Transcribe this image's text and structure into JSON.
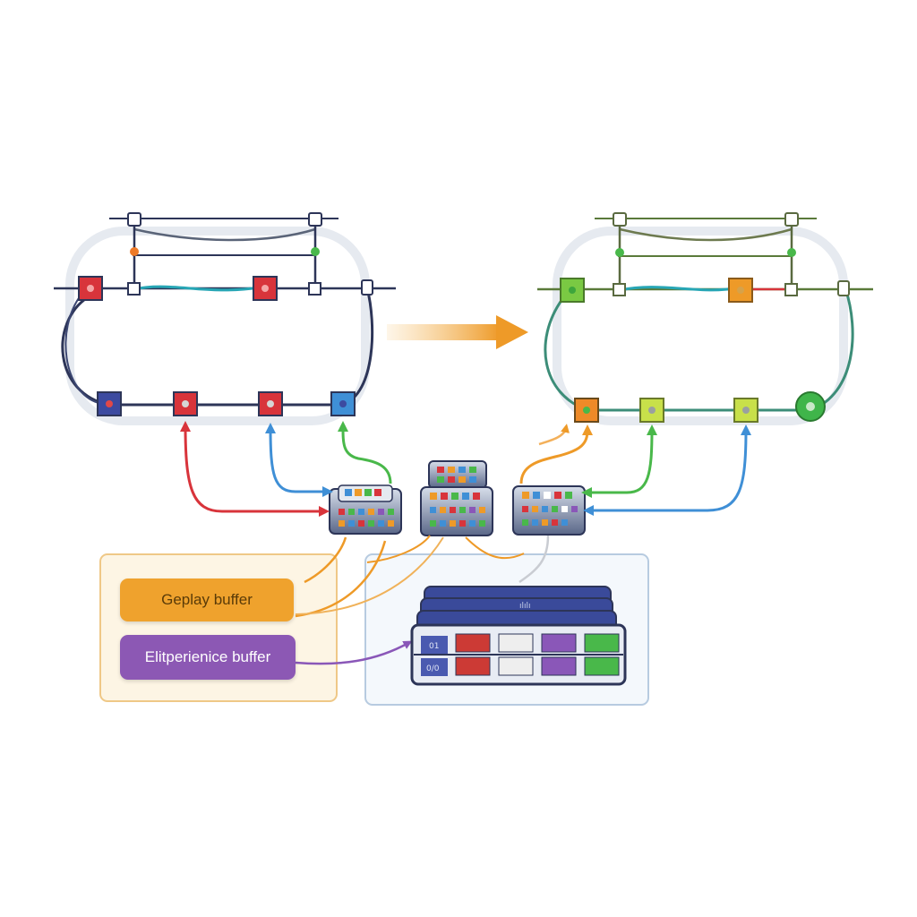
{
  "colors": {
    "red": "#d8343b",
    "blue": "#3f8fd6",
    "green": "#49b84a",
    "orange": "#ee9a28",
    "purple": "#8a57b8",
    "navy": "#2d3558",
    "lime": "#b6d63a",
    "replay_fill": "#efa22d",
    "experience_fill": "#8c58b4",
    "replay_panel_bg": "#fdf5e4",
    "replay_panel_border": "#efc887",
    "memory_panel_bg": "#f4f8fc",
    "memory_panel_border": "#b7cbe0"
  },
  "labels": {
    "replay_buffer": "Geplay buffer",
    "experience_buffer": "Elitperienice buffer",
    "stack_tag": "ılılı",
    "slot_tag_top": "01",
    "slot_tag_bottom": "0/0"
  },
  "icons": {
    "transition_arrow": "arrow-right-icon",
    "processor": "processor-chip-icon",
    "memory": "memory-stack-icon",
    "goal_node": "target-circle-icon"
  },
  "memory_slots": [
    "#cc3a35",
    "#eeeeee",
    "#8a57b8",
    "#49b84a"
  ]
}
